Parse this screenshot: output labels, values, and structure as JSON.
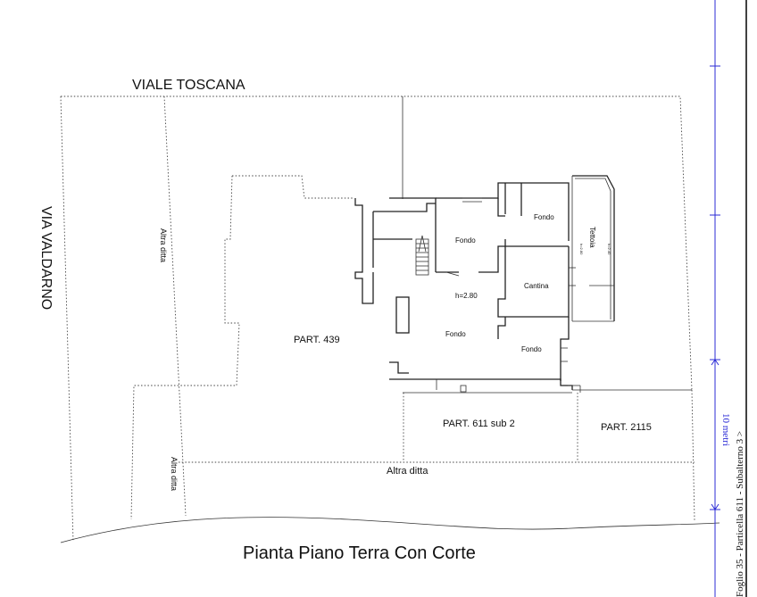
{
  "streets": {
    "top": "VIALE TOSCANA",
    "left": "VIA VALDARNO"
  },
  "parcels": {
    "p439": "PART. 439",
    "p611": "PART. 611 sub 2",
    "p2115": "PART. 2115",
    "altra_ditta_1": "Altra ditta",
    "altra_ditta_2": "Altra ditta",
    "altra_ditta_3": "Altra ditta"
  },
  "rooms": {
    "fondo_1": "Fondo",
    "fondo_2": "Fondo",
    "fondo_3": "Fondo",
    "fondo_4": "Fondo",
    "cantina": "Cantina",
    "tettoia": "Tettoia",
    "height": "h=2.80",
    "tettoia_h1": "h=2.80",
    "tettoia_h2": "h=2.40"
  },
  "scale_bar": {
    "label": "10 metri"
  },
  "footer": {
    "title": "Pianta Piano Terra Con Corte",
    "side_note": "Foglio 35 - Particella 611 - Subalterno 3 >"
  },
  "colors": {
    "scale_bar": "#2b2bd6",
    "lines": "#222222"
  }
}
